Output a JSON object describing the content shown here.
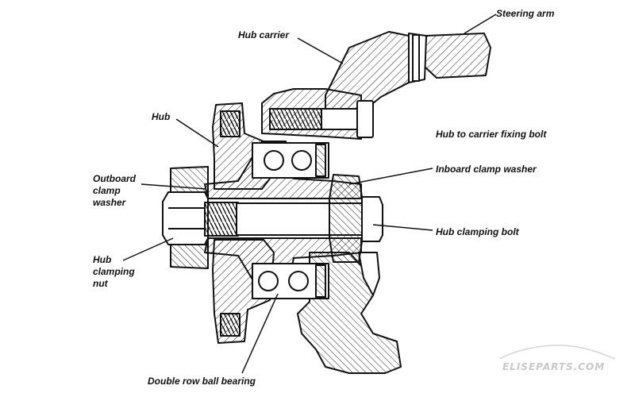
{
  "diagram": {
    "labels": {
      "steering_arm": "Steering arm",
      "hub_carrier": "Hub carrier",
      "hub": "Hub",
      "hub_to_carrier_fixing_bolt": "Hub to carrier fixing bolt",
      "inboard_clamp_washer": "Inboard clamp washer",
      "outboard_clamp_washer_1": "Outboard",
      "outboard_clamp_washer_2": "clamp",
      "outboard_clamp_washer_3": "washer",
      "hub_clamping_bolt": "Hub clamping bolt",
      "hub_clamping_nut_1": "Hub",
      "hub_clamping_nut_2": "clamping",
      "hub_clamping_nut_3": "nut",
      "double_row_ball_bearing": "Double row ball bearing"
    },
    "watermark": "ELISEPARTS.COM",
    "colors": {
      "ink": "#111111",
      "watermark": "#c9c9c9",
      "background": "#ffffff"
    }
  }
}
